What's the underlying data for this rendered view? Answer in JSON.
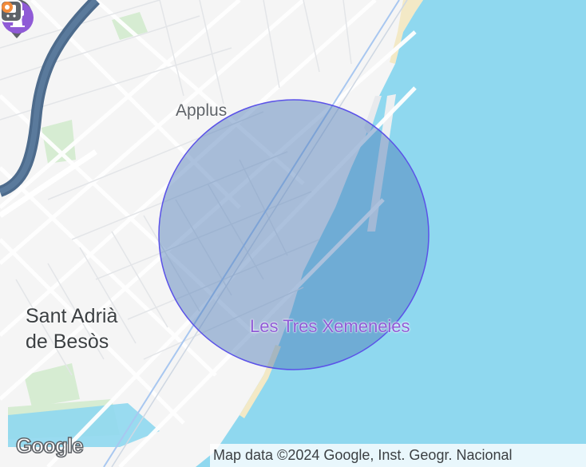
{
  "map": {
    "places": {
      "applus": "Applus",
      "city_line1": "Sant Adrià",
      "city_line2": "de Besòs",
      "landmark": "Les Tres Xemeneies"
    },
    "icons": {
      "pin": "location-pin-icon",
      "landmark": "tower-icon",
      "train": "train-icon",
      "amenity": "lifebuoy-icon"
    },
    "logo": "Google",
    "attribution": "Map data ©2024 Google, Inst. Geogr. Nacional",
    "colors": {
      "land": "#f5f5f5",
      "sea": "#8fd8ef",
      "circle_fill": "#4a78b6",
      "circle_stroke": "#5b52e8",
      "poi": "#8f5ad6",
      "highway": "#4d6b8c"
    }
  }
}
